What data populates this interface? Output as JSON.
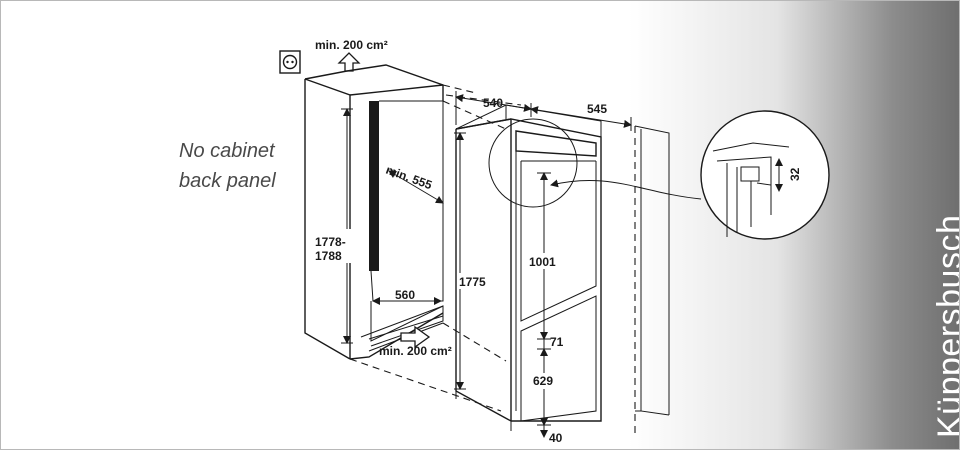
{
  "brand": {
    "name": "Küppersbusch"
  },
  "note": {
    "line1": "No cabinet",
    "line2": "back panel"
  },
  "ventilation": {
    "top": "min. 200 cm²",
    "bottom": "min. 200 cm²"
  },
  "dimensions": {
    "niche_height": {
      "line1": "1778-",
      "line2": "1788"
    },
    "niche_depth": "min. 555",
    "niche_width": "560",
    "appliance_width": "540",
    "appliance_depth": "545",
    "appliance_height": "1775",
    "fridge_height": "1001",
    "gap": "71",
    "freezer_height": "629",
    "plinth": "40",
    "detail_gap": "32"
  }
}
